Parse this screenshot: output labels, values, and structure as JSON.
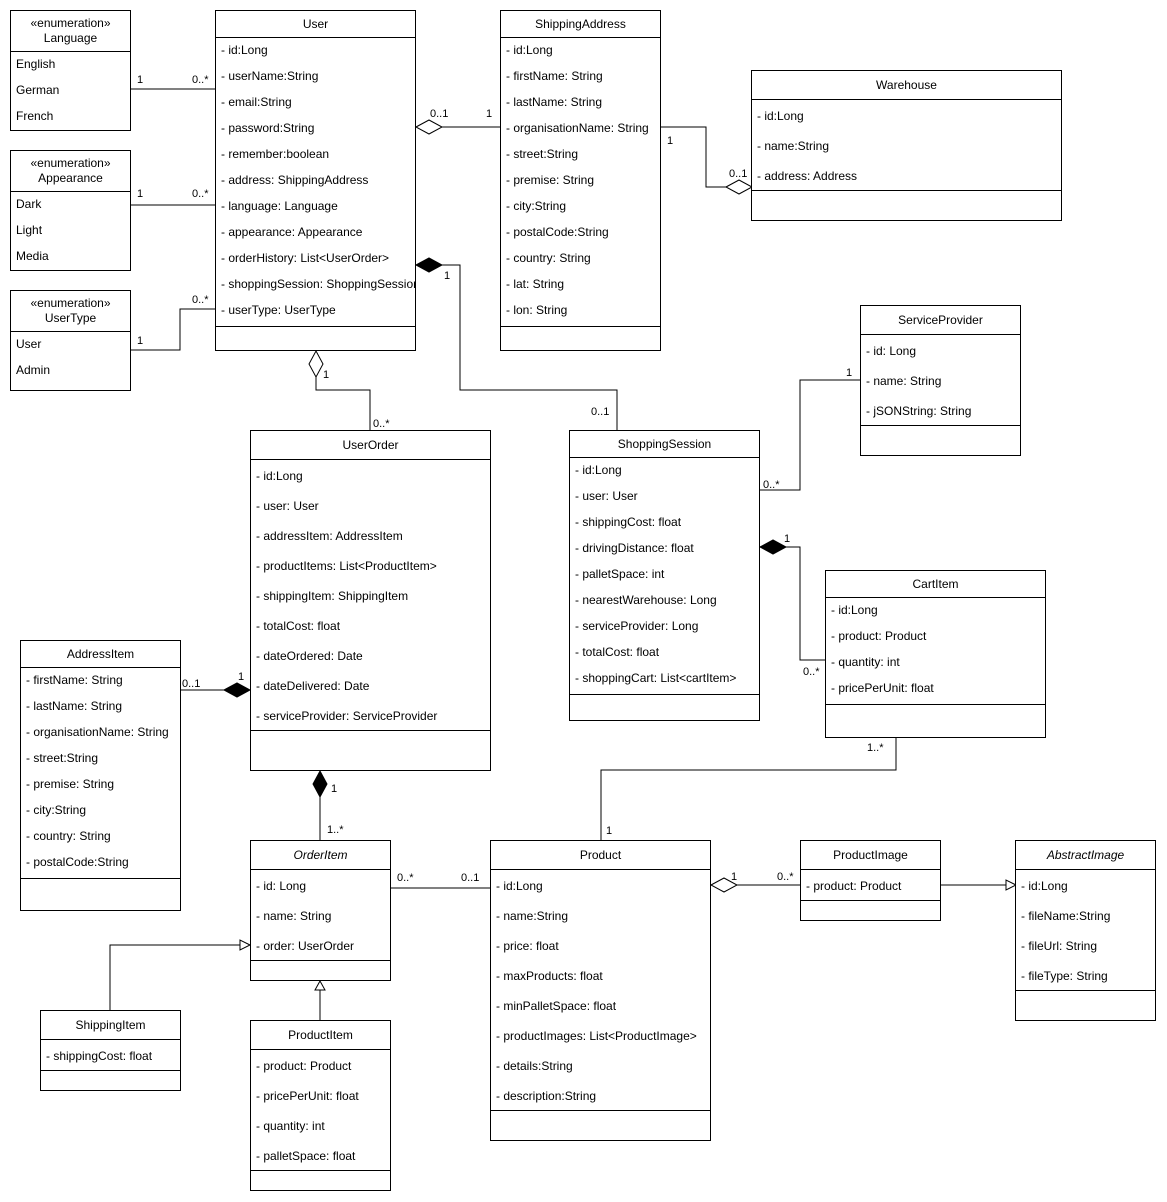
{
  "classes": {
    "language": {
      "stereotype": "«enumeration»",
      "name": "Language",
      "items": [
        "English",
        "German",
        "French"
      ]
    },
    "appearance": {
      "stereotype": "«enumeration»",
      "name": "Appearance",
      "items": [
        "Dark",
        "Light",
        "Media"
      ]
    },
    "usertype": {
      "stereotype": "«enumeration»",
      "name": "UserType",
      "items": [
        "User",
        "Admin"
      ]
    },
    "user": {
      "name": "User",
      "attrs": [
        "- id:Long",
        "- userName:String",
        "- email:String",
        "- password:String",
        "- remember:boolean",
        "- address: ShippingAddress",
        "- language: Language",
        "- appearance: Appearance",
        "- orderHistory: List<UserOrder>",
        "- shoppingSession: ShoppingSession",
        "- userType: UserType"
      ]
    },
    "shippingaddress": {
      "name": "ShippingAddress",
      "attrs": [
        "- id:Long",
        "- firstName: String",
        "- lastName: String",
        "- organisationName: String",
        "- street:String",
        "- premise: String",
        "- city:String",
        "- postalCode:String",
        "- country: String",
        "- lat: String",
        "- lon: String"
      ]
    },
    "warehouse": {
      "name": "Warehouse",
      "attrs": [
        "- id:Long",
        "- name:String",
        "- address: Address"
      ]
    },
    "serviceprovider": {
      "name": "ServiceProvider",
      "attrs": [
        "- id: Long",
        "- name: String",
        "- jSONString: String"
      ]
    },
    "userorder": {
      "name": "UserOrder",
      "attrs": [
        "- id:Long",
        "- user: User",
        "- addressItem: AddressItem",
        "- productItems: List<ProductItem>",
        "- shippingItem: ShippingItem",
        "- totalCost: float",
        "- dateOrdered: Date",
        "- dateDelivered: Date",
        "- serviceProvider: ServiceProvider"
      ]
    },
    "shoppingsession": {
      "name": "ShoppingSession",
      "attrs": [
        "- id:Long",
        "- user: User",
        "- shippingCost: float",
        "- drivingDistance: float",
        "- palletSpace: int",
        "- nearestWarehouse: Long",
        "- serviceProvider: Long",
        "- totalCost: float",
        "- shoppingCart: List<cartItem>"
      ]
    },
    "cartitem": {
      "name": "CartItem",
      "attrs": [
        "- id:Long",
        "- product: Product",
        "- quantity: int",
        "- pricePerUnit: float"
      ]
    },
    "addressitem": {
      "name": "AddressItem",
      "attrs": [
        "- firstName: String",
        "- lastName: String",
        "- organisationName: String",
        "- street:String",
        "- premise: String",
        "- city:String",
        "- country: String",
        "- postalCode:String"
      ]
    },
    "orderitem": {
      "name": "OrderItem",
      "attrs": [
        "- id: Long",
        "- name: String",
        "- order: UserOrder"
      ]
    },
    "product": {
      "name": "Product",
      "attrs": [
        "- id:Long",
        "- name:String",
        "- price: float",
        "- maxProducts: float",
        "- minPalletSpace: float",
        "- productImages: List<ProductImage>",
        "- details:String",
        "- description:String"
      ]
    },
    "productimage": {
      "name": "ProductImage",
      "attrs": [
        "- product: Product"
      ]
    },
    "abstractimage": {
      "name": "AbstractImage",
      "attrs": [
        "- id:Long",
        "- fileName:String",
        "- fileUrl: String",
        "- fileType: String"
      ]
    },
    "shippingitem": {
      "name": "ShippingItem",
      "attrs": [
        "- shippingCost: float"
      ]
    },
    "productitem": {
      "name": "ProductItem",
      "attrs": [
        "- product: Product",
        "- pricePerUnit: float",
        "- quantity: int",
        "- palletSpace: float"
      ]
    }
  },
  "multiplicities": {
    "lang_1": "1",
    "lang_n": "0..*",
    "app_1": "1",
    "app_n": "0..*",
    "ut_1": "1",
    "ut_n": "0..*",
    "ua_01": "0..1",
    "ua_1": "1",
    "wh_1": "1",
    "wh_01": "0..1",
    "us_1": "1",
    "us_01": "0..1",
    "uo_1": "1",
    "uo_n": "0..*",
    "sp_1": "1",
    "sp_n": "0..*",
    "ci_1": "1",
    "ci_n": "0..*",
    "ai_01": "0..1",
    "ai_1": "1",
    "oi_1": "1",
    "oi_n": "1..*",
    "op_n": "0..*",
    "op_01": "0..1",
    "pc_n": "1..*",
    "pc_1": "1",
    "pi_1": "1",
    "pi_n": "0..*"
  }
}
